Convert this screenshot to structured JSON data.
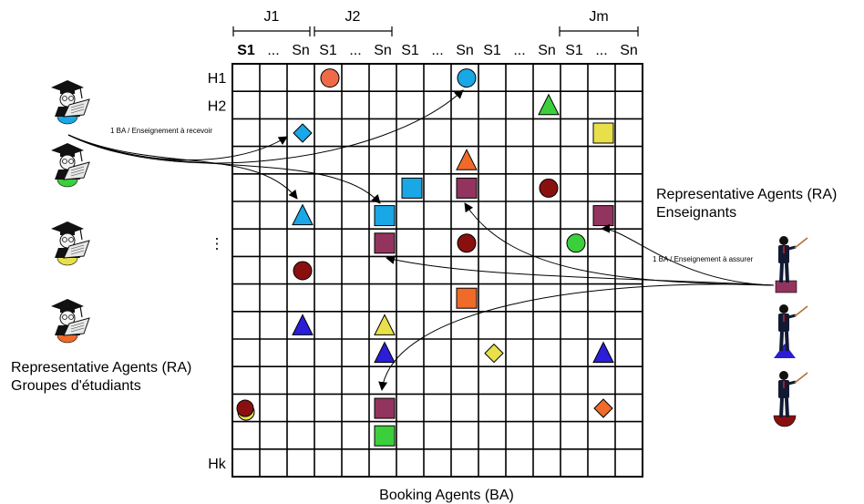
{
  "grid": {
    "day_labels": [
      "J1",
      "J2",
      "Jm"
    ],
    "column_labels": [
      "S1",
      "...",
      "Sn",
      "S1",
      "...",
      "Sn",
      "S1",
      "...",
      "Sn",
      "S1",
      "...",
      "Sn",
      "S1",
      "...",
      "Sn"
    ],
    "row_labels": [
      "H1",
      "H2",
      "",
      "",
      "",
      "",
      "⋮",
      "",
      "",
      "",
      "",
      "",
      "",
      "",
      "Hk"
    ],
    "footer": "Booking Agents (BA)"
  },
  "students": {
    "title_line1": "Representative Agents (RA)",
    "title_line2": "Groupes d'étudiants",
    "icon_colors": [
      "#1aa7e6",
      "#3ccf3c",
      "#e8e04a",
      "#f06a2a"
    ]
  },
  "teachers": {
    "title_line1": "Representative Agents (RA)",
    "title_line2": "Enseignants",
    "icon_colors": [
      "#93345e",
      "#2a1ed6",
      "#8a1010"
    ]
  },
  "arrows": {
    "student_request_label": "1 BA / Enseignement à recevoir",
    "teacher_request_label": "1 BA / Enseignement à assurer"
  },
  "markers": [
    {
      "shape": "circle",
      "color": "#f06a4a",
      "row": 0,
      "col": 3
    },
    {
      "shape": "circle",
      "color": "#1aa7e6",
      "row": 0,
      "col": 8
    },
    {
      "shape": "triangle",
      "color": "#3ccf3c",
      "row": 1,
      "col": 11
    },
    {
      "shape": "diamond",
      "color": "#1aa7e6",
      "row": 2,
      "col": 2
    },
    {
      "shape": "square",
      "color": "#e8e04a",
      "row": 2,
      "col": 13
    },
    {
      "shape": "triangle",
      "color": "#f06a2a",
      "row": 3,
      "col": 8
    },
    {
      "shape": "square",
      "color": "#1aa7e6",
      "row": 4,
      "col": 6
    },
    {
      "shape": "square",
      "color": "#93345e",
      "row": 4,
      "col": 8
    },
    {
      "shape": "circle",
      "color": "#8a1010",
      "row": 4,
      "col": 11
    },
    {
      "shape": "triangle",
      "color": "#1aa7e6",
      "row": 5,
      "col": 2
    },
    {
      "shape": "square",
      "color": "#1aa7e6",
      "row": 5,
      "col": 5
    },
    {
      "shape": "square",
      "color": "#93345e",
      "row": 5,
      "col": 13
    },
    {
      "shape": "square",
      "color": "#93345e",
      "row": 6,
      "col": 5
    },
    {
      "shape": "circle",
      "color": "#8a1010",
      "row": 6,
      "col": 8
    },
    {
      "shape": "circle",
      "color": "#3ccf3c",
      "row": 6,
      "col": 12
    },
    {
      "shape": "circle",
      "color": "#8a1010",
      "row": 7,
      "col": 2
    },
    {
      "shape": "square",
      "color": "#f06a2a",
      "row": 8,
      "col": 8
    },
    {
      "shape": "triangle",
      "color": "#2a1ed6",
      "row": 9,
      "col": 2
    },
    {
      "shape": "triangle",
      "color": "#e8e04a",
      "row": 9,
      "col": 5
    },
    {
      "shape": "triangle",
      "color": "#2a1ed6",
      "row": 10,
      "col": 5
    },
    {
      "shape": "diamond",
      "color": "#e8e04a",
      "row": 10,
      "col": 9
    },
    {
      "shape": "triangle",
      "color": "#2a1ed6",
      "row": 10,
      "col": 13
    },
    {
      "shape": "circle2",
      "color": "#8a1010",
      "color2": "#e8e04a",
      "row": 12,
      "col": 0
    },
    {
      "shape": "square",
      "color": "#93345e",
      "row": 12,
      "col": 5
    },
    {
      "shape": "diamond",
      "color": "#f06a2a",
      "row": 12,
      "col": 13
    },
    {
      "shape": "square",
      "color": "#3ccf3c",
      "row": 13,
      "col": 5
    }
  ]
}
